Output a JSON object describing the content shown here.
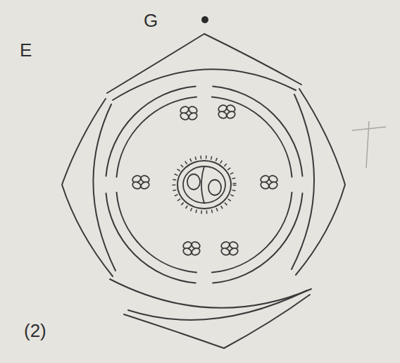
{
  "diagram": {
    "labels": [
      "G",
      "E",
      "(2)"
    ]
  }
}
